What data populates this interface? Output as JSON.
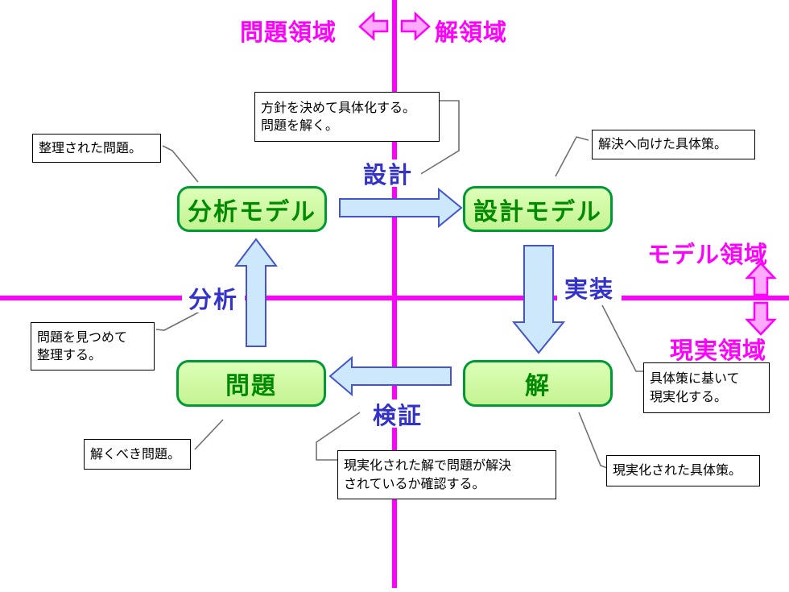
{
  "domains": {
    "problem": "問題領域",
    "solution": "解領域",
    "model": "モデル領域",
    "reality": "現実領域"
  },
  "boxes": {
    "analysis_model": "分析モデル",
    "design_model": "設計モデル",
    "problem": "問題",
    "solution": "解"
  },
  "processes": {
    "design": "設計",
    "implementation": "実装",
    "verification": "検証",
    "analysis": "分析"
  },
  "callouts": {
    "organized_problem": "整理された問題。",
    "design_note": "方針を決めて具体化する。\n問題を解く。",
    "concrete_measures": "解決へ向けた具体策。",
    "examine_problem": "問題を見つめて\n整理する。",
    "problem_to_solve": "解くべき問題。",
    "verification_note": "現実化された解で問題が解決\nされているか確認する。",
    "implementation_note": "具体策に基いて\n現実化する。",
    "realized_measures": "現実化された具体策。"
  },
  "colors": {
    "axis_magenta": "#FF00FF",
    "domain_arrow_fill": "#FFAAFF",
    "node_border": "#009933",
    "node_fill_top": "#DCFFB8",
    "node_fill_bottom": "#C4F392",
    "node_text": "#008A00",
    "process_arrow_fill": "#CCE8FA",
    "process_arrow_border": "#4455CC",
    "process_text": "#3333CC",
    "connector_gray": "#707070"
  }
}
